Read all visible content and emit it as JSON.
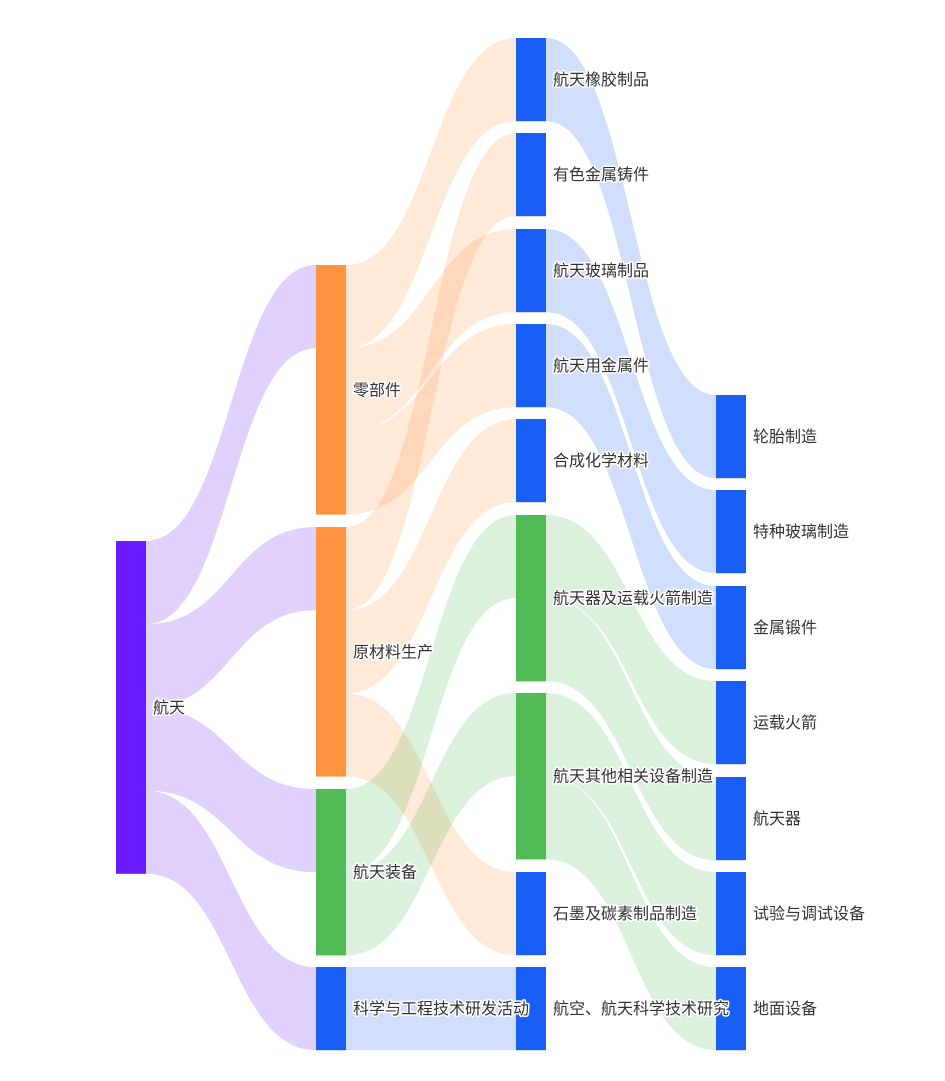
{
  "chart_data": {
    "type": "sankey",
    "title": "",
    "nodes": [
      {
        "name": "航天",
        "column": 0,
        "color": "#6a1bff"
      },
      {
        "name": "零部件",
        "column": 1,
        "color": "#ff9340"
      },
      {
        "name": "原材料生产",
        "column": 1,
        "color": "#ff9340"
      },
      {
        "name": "航天装备",
        "column": 1,
        "color": "#52bb55"
      },
      {
        "name": "科学与工程技术研发活动",
        "column": 1,
        "color": "#1a5ff5"
      },
      {
        "name": "航天橡胶制品",
        "column": 2,
        "color": "#1a5ff5"
      },
      {
        "name": "有色金属铸件",
        "column": 2,
        "color": "#1a5ff5"
      },
      {
        "name": "航天玻璃制品",
        "column": 2,
        "color": "#1a5ff5"
      },
      {
        "name": "航天用金属件",
        "column": 2,
        "color": "#1a5ff5"
      },
      {
        "name": "合成化学材料",
        "column": 2,
        "color": "#1a5ff5"
      },
      {
        "name": "航天器及运载火箭制造",
        "column": 2,
        "color": "#52bb55"
      },
      {
        "name": "航天其他相关设备制造",
        "column": 2,
        "color": "#52bb55"
      },
      {
        "name": "石墨及碳素制品制造",
        "column": 2,
        "color": "#1a5ff5"
      },
      {
        "name": "航空、航天科学技术研究",
        "column": 2,
        "color": "#1a5ff5"
      },
      {
        "name": "轮胎制造",
        "column": 3,
        "color": "#1a5ff5"
      },
      {
        "name": "特种玻璃制造",
        "column": 3,
        "color": "#1a5ff5"
      },
      {
        "name": "金属锻件",
        "column": 3,
        "color": "#1a5ff5"
      },
      {
        "name": "运载火箭",
        "column": 3,
        "color": "#1a5ff5"
      },
      {
        "name": "航天器",
        "column": 3,
        "color": "#1a5ff5"
      },
      {
        "name": "试验与调试设备",
        "column": 3,
        "color": "#1a5ff5"
      },
      {
        "name": "地面设备",
        "column": 3,
        "color": "#1a5ff5"
      }
    ],
    "links": [
      {
        "source": "航天",
        "target": "零部件",
        "value": 1
      },
      {
        "source": "航天",
        "target": "原材料生产",
        "value": 1
      },
      {
        "source": "航天",
        "target": "航天装备",
        "value": 1
      },
      {
        "source": "航天",
        "target": "科学与工程技术研发活动",
        "value": 1
      },
      {
        "source": "零部件",
        "target": "航天橡胶制品",
        "value": 1
      },
      {
        "source": "零部件",
        "target": "航天玻璃制品",
        "value": 1
      },
      {
        "source": "零部件",
        "target": "航天用金属件",
        "value": 1
      },
      {
        "source": "原材料生产",
        "target": "有色金属铸件",
        "value": 1
      },
      {
        "source": "原材料生产",
        "target": "合成化学材料",
        "value": 1
      },
      {
        "source": "原材料生产",
        "target": "石墨及碳素制品制造",
        "value": 1
      },
      {
        "source": "航天装备",
        "target": "航天器及运载火箭制造",
        "value": 1
      },
      {
        "source": "航天装备",
        "target": "航天其他相关设备制造",
        "value": 1
      },
      {
        "source": "科学与工程技术研发活动",
        "target": "航空、航天科学技术研究",
        "value": 1
      },
      {
        "source": "航天橡胶制品",
        "target": "轮胎制造",
        "value": 1
      },
      {
        "source": "航天玻璃制品",
        "target": "特种玻璃制造",
        "value": 1
      },
      {
        "source": "航天用金属件",
        "target": "金属锻件",
        "value": 1
      },
      {
        "source": "航天器及运载火箭制造",
        "target": "运载火箭",
        "value": 1
      },
      {
        "source": "航天器及运载火箭制造",
        "target": "航天器",
        "value": 1
      },
      {
        "source": "航天其他相关设备制造",
        "target": "试验与调试设备",
        "value": 1
      },
      {
        "source": "航天其他相关设备制造",
        "target": "地面设备",
        "value": 1
      }
    ]
  }
}
